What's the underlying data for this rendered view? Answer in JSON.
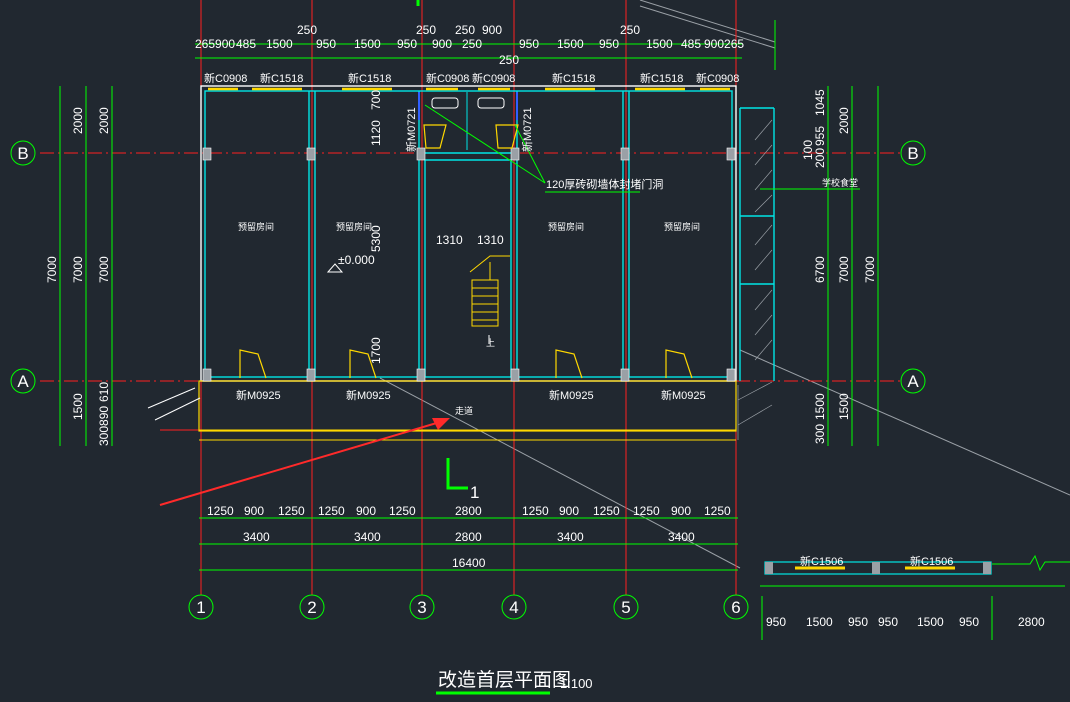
{
  "title": "改造首层平面图",
  "scale": "1:100",
  "axes_numbered": [
    "1",
    "2",
    "3",
    "4",
    "5",
    "6"
  ],
  "axes_lettered": [
    "A",
    "B"
  ],
  "top_dims_row1": [
    "265900",
    "485",
    "1500",
    "950",
    "1500",
    "950",
    "900",
    "250",
    "950",
    "1500",
    "950",
    "1500",
    "485",
    "900265"
  ],
  "top_dims_row0": [
    "250",
    "250",
    "250",
    "900",
    "250"
  ],
  "top_dim_extra": "250",
  "window_tags": [
    "新C0908",
    "新C1518",
    "新C1518",
    "新C0908",
    "新C0908",
    "新C1518",
    "新C1518",
    "新C0908"
  ],
  "door_tags_bottom": [
    "新M0925",
    "新M0925",
    "新M0925",
    "新M0925"
  ],
  "door_tags_side": [
    "新M0721",
    "新M0721"
  ],
  "room_labels": [
    "预留房间",
    "预留房间",
    "预留房间",
    "预留房间"
  ],
  "corridor_label": "走道",
  "stair_up": "上",
  "elevation": "±0.000",
  "wall_note": "120厚砖砌墙体封堵门洞",
  "right_room_label": "学校食堂",
  "stair_dims": [
    "1310",
    "1310"
  ],
  "inner_vert_dims": [
    "700",
    "1120",
    "5300",
    "1700"
  ],
  "left_dims": [
    "2000",
    "2000",
    "7000",
    "7000",
    "7000",
    "1500",
    "610",
    "300890"
  ],
  "right_dims": [
    "1045",
    "955",
    "200",
    "100",
    "2000",
    "6700",
    "7000",
    "7000",
    "1500",
    "1500",
    "300"
  ],
  "bottom_dims_row1": [
    "1250",
    "900",
    "1250",
    "1250",
    "900",
    "1250",
    "2800",
    "1250",
    "900",
    "1250",
    "1250",
    "900",
    "1250"
  ],
  "bottom_dims_row2": [
    "3400",
    "3400",
    "2800",
    "3400",
    "3400"
  ],
  "bottom_total": "16400",
  "annex_window_tags": [
    "新C1506",
    "新C1506"
  ],
  "annex_dims": [
    "950",
    "1500",
    "950",
    "950",
    "1500",
    "950",
    "2800"
  ],
  "section_mark": "1",
  "colors": {
    "background": "#212830",
    "wall": "#00e5e5",
    "dim_line": "#00ff00",
    "axis": "#ff2020",
    "window": "#ffd800",
    "arrow": "#ff2a2a",
    "text": "#ffffff"
  }
}
